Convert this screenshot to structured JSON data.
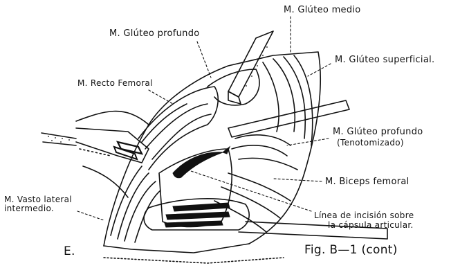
{
  "labels": {
    "gluteo_medio": "M. Glúteo medio",
    "gluteo_profundo": "M. Glúteo profundo",
    "recto_femoral": "M. Recto Femoral",
    "gluteo_superficial": "M. Glúteo superficial.",
    "gluteo_profundo_teno": "M. Glúteo profundo",
    "tenotomizado": "(Tenotomizado)",
    "biceps_femoral": "M. Biceps femoral",
    "vasto_lateral_1": "M. Vasto lateral",
    "vasto_lateral_2": "intermedio.",
    "incision_1": "Línea de incisión sobre",
    "incision_2": "la cápsula articular.",
    "panel_letter": "E.",
    "figure_caption": "Fig. B—1 (cont)"
  },
  "colors": {
    "ink": "#111111",
    "paper": "#ffffff"
  }
}
